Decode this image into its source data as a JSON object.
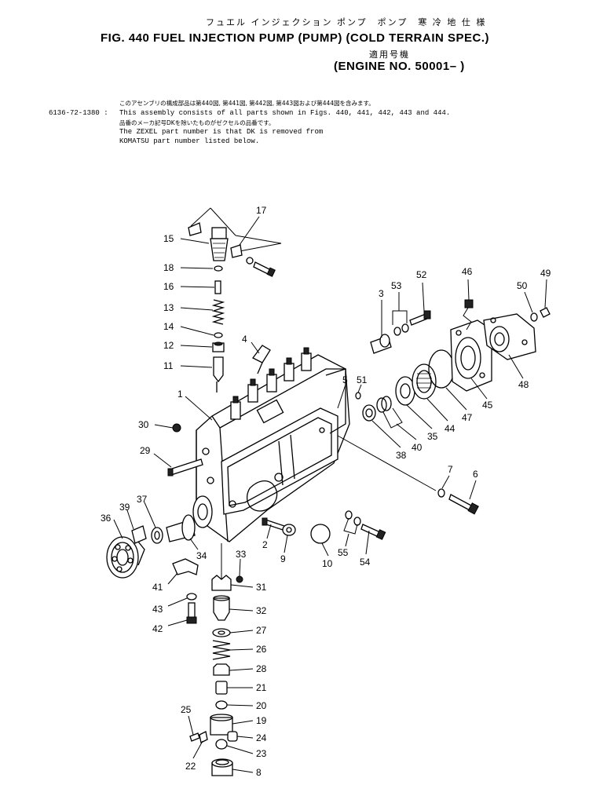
{
  "header": {
    "jp_title": "フュエル インジェクション ポンプ　ポンプ　寒 冷 地 仕 様",
    "title": "FIG. 440  FUEL INJECTION PUMP (PUMP) (COLD TERRAIN SPEC.)",
    "jp_applicable": "適用号機",
    "engine_no": "(ENGINE NO. 50001– )"
  },
  "notes": {
    "part_number": "6136-72-1380 :",
    "jp_line1": "このアセンブリの構成部品は第440図, 第441図, 第442図, 第443図および第444図を含みます。",
    "line1": "This assembly consists of all parts shown in Figs. 440, 441, 442, 443 and 444.",
    "jp_line2": "品番のメーカ記号DKを除いたものがゼクセルの品番です。",
    "line2": "The ZEXEL part number is that DK is removed from",
    "line3": "KOMATSU part number listed below."
  },
  "callouts": [
    {
      "id": "c17",
      "label": "17"
    },
    {
      "id": "c15",
      "label": "15"
    },
    {
      "id": "c18",
      "label": "18"
    },
    {
      "id": "c16",
      "label": "16"
    },
    {
      "id": "c13",
      "label": "13"
    },
    {
      "id": "c14",
      "label": "14"
    },
    {
      "id": "c12",
      "label": "12"
    },
    {
      "id": "c11",
      "label": "11"
    },
    {
      "id": "c4",
      "label": "4"
    },
    {
      "id": "c1",
      "label": "1"
    },
    {
      "id": "c30",
      "label": "30"
    },
    {
      "id": "c29",
      "label": "29"
    },
    {
      "id": "c36",
      "label": "36"
    },
    {
      "id": "c39",
      "label": "39"
    },
    {
      "id": "c37",
      "label": "37"
    },
    {
      "id": "c34",
      "label": "34"
    },
    {
      "id": "c41",
      "label": "41"
    },
    {
      "id": "c43",
      "label": "43"
    },
    {
      "id": "c42",
      "label": "42"
    },
    {
      "id": "c33",
      "label": "33"
    },
    {
      "id": "c31",
      "label": "31"
    },
    {
      "id": "c32",
      "label": "32"
    },
    {
      "id": "c27",
      "label": "27"
    },
    {
      "id": "c26",
      "label": "26"
    },
    {
      "id": "c28",
      "label": "28"
    },
    {
      "id": "c21",
      "label": "21"
    },
    {
      "id": "c20",
      "label": "20"
    },
    {
      "id": "c25",
      "label": "25"
    },
    {
      "id": "c19",
      "label": "19"
    },
    {
      "id": "c24",
      "label": "24"
    },
    {
      "id": "c22",
      "label": "22"
    },
    {
      "id": "c23",
      "label": "23"
    },
    {
      "id": "c8",
      "label": "8"
    },
    {
      "id": "c2",
      "label": "2"
    },
    {
      "id": "c9",
      "label": "9"
    },
    {
      "id": "c10",
      "label": "10"
    },
    {
      "id": "c55",
      "label": "55"
    },
    {
      "id": "c54",
      "label": "54"
    },
    {
      "id": "c7",
      "label": "7"
    },
    {
      "id": "c6",
      "label": "6"
    },
    {
      "id": "c5",
      "label": "5"
    },
    {
      "id": "c51",
      "label": "51"
    },
    {
      "id": "c38",
      "label": "38"
    },
    {
      "id": "c40",
      "label": "40"
    },
    {
      "id": "c35",
      "label": "35"
    },
    {
      "id": "c44",
      "label": "44"
    },
    {
      "id": "c47",
      "label": "47"
    },
    {
      "id": "c45",
      "label": "45"
    },
    {
      "id": "c48",
      "label": "48"
    },
    {
      "id": "c3",
      "label": "3"
    },
    {
      "id": "c53",
      "label": "53"
    },
    {
      "id": "c52",
      "label": "52"
    },
    {
      "id": "c46",
      "label": "46"
    },
    {
      "id": "c50",
      "label": "50"
    },
    {
      "id": "c49",
      "label": "49"
    }
  ]
}
